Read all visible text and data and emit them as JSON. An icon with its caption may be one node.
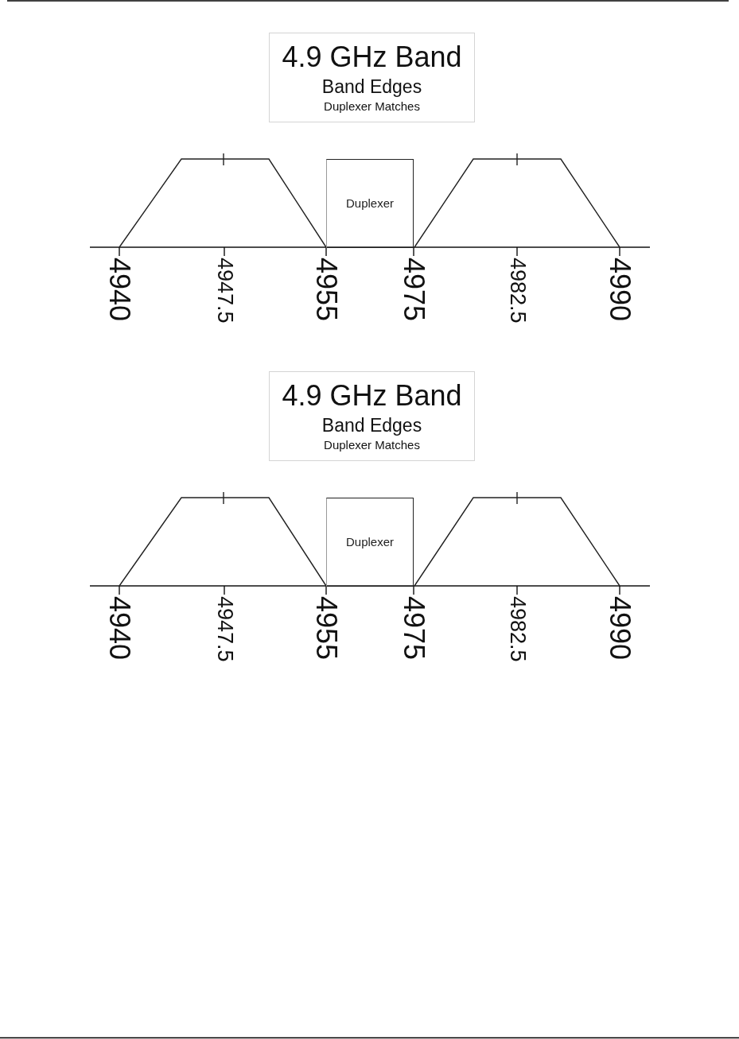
{
  "diagram": {
    "nodes": [
      {
        "text": [
          "4.9 GHz Band",
          "Band Edges",
          "Duplexer Matches"
        ]
      },
      {
        "text": [],
        "shape": "trapezoid"
      },
      {
        "text": [
          "Duplexer"
        ]
      },
      {
        "text": [],
        "shape": "trapezoid"
      },
      {
        "text": [
          "4.9 GHz Band",
          "Band Edges",
          "Duplexer Matches"
        ]
      },
      {
        "text": [],
        "shape": "trapezoid"
      },
      {
        "text": [
          "Duplexer"
        ]
      },
      {
        "text": [],
        "shape": "trapezoid"
      }
    ],
    "labels": [
      "4940",
      "4947.5",
      "4955",
      "4975",
      "4982.5",
      "4990",
      "4940",
      "4947.5",
      "4955",
      "4975",
      "4982.5",
      "4990"
    ]
  }
}
